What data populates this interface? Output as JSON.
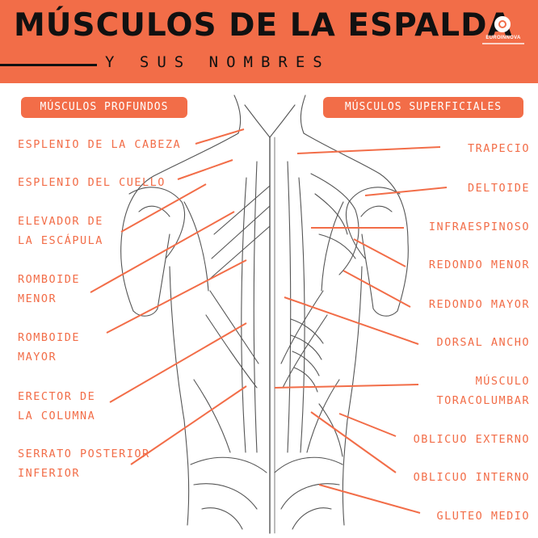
{
  "header": {
    "title": "MÚSCULOS DE LA ESPALDA",
    "subtitle": "Y SUS NOMBRES",
    "logo_text": "EUROINNOVA"
  },
  "sections": {
    "left": "MÚSCULOS PROFUNDOS",
    "right": "MÚSCULOS SUPERFICIALES"
  },
  "labels": {
    "esplenio_cabeza": "ESPLENIO DE LA CABEZA",
    "esplenio_cuello": "ESPLENIO DEL CUELLO",
    "elevador_1": "ELEVADOR DE",
    "elevador_2": "LA ESCÁPULA",
    "romboide_menor_1": "ROMBOIDE",
    "romboide_menor_2": "MENOR",
    "romboide_mayor_1": "ROMBOIDE",
    "romboide_mayor_2": "MAYOR",
    "erector_1": "ERECTOR DE",
    "erector_2": "LA COLUMNA",
    "serrato_1": "SERRATO POSTERIOR",
    "serrato_2": "INFERIOR",
    "trapecio": "TRAPECIO",
    "deltoide": "DELTOIDE",
    "infraespinoso": "INFRAESPINOSO",
    "redondo_menor": "REDONDO MENOR",
    "redondo_mayor": "REDONDO MAYOR",
    "dorsal_ancho": "DORSAL ANCHO",
    "toracolumbar_1": "MÚSCULO",
    "toracolumbar_2": "TORACOLUMBAR",
    "oblicuo_externo": "OBLICUO EXTERNO",
    "oblicuo_interno": "OBLICUO INTERNO",
    "gluteo_medio": "GLUTEO MEDIO"
  },
  "colors": {
    "accent": "#f26d48",
    "title": "#111111",
    "sketch": "#555555"
  }
}
